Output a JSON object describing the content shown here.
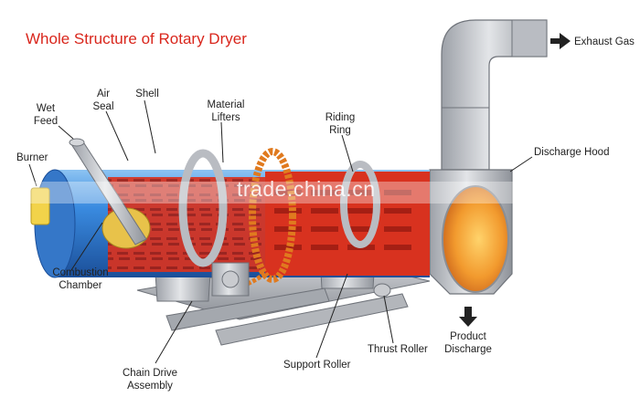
{
  "title": "Whole Structure of Rotary Dryer",
  "watermark": "trade.china.cn",
  "labels": {
    "exhaust_gas": "Exhaust Gas",
    "wet_feed": "Wet\nFeed",
    "air_seal": "Air\nSeal",
    "shell": "Shell",
    "material_lifters": "Material\nLifters",
    "riding_ring": "Riding\nRing",
    "burner": "Burner",
    "discharge_hood": "Discharge Hood",
    "combustion_chamber": "Combustion\nChamber",
    "chain_drive_assembly": "Chain Drive\nAssembly",
    "support_roller": "Support Roller",
    "thrust_roller": "Thrust Roller",
    "product_discharge": "Product\nDischarge"
  },
  "colors": {
    "title": "#d9261c",
    "shell_blue": "#2e7fd6",
    "interior_red": "#d8321f",
    "hood_gray": "#c9cbcf",
    "chain_orange": "#e07a1f",
    "flame_orange": "#f29a2e"
  }
}
